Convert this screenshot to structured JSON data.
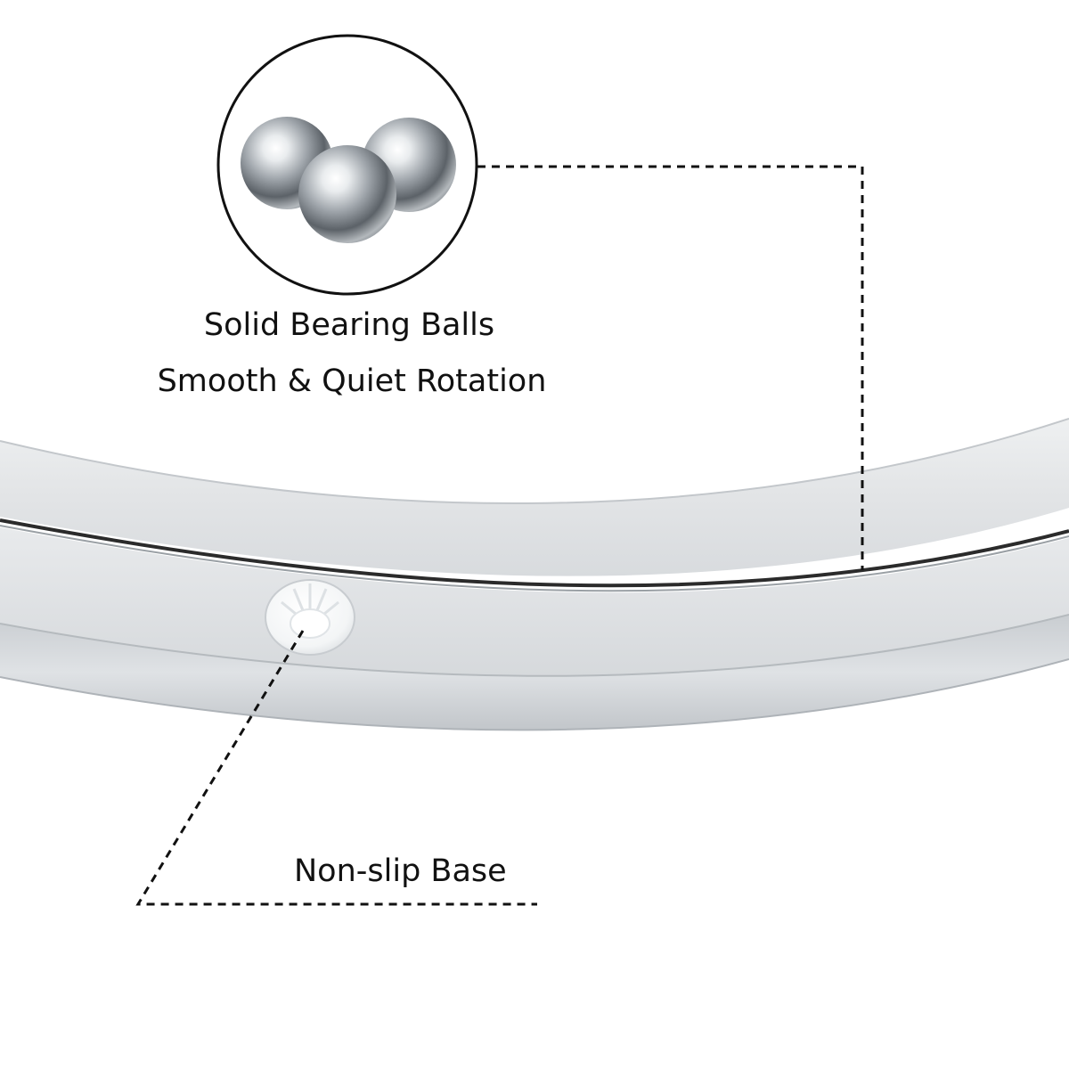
{
  "captions": {
    "bearing_title": "Solid Bearing Balls",
    "bearing_subtitle": "Smooth & Quiet Rotation",
    "base_label": "Non-slip Base"
  },
  "colors": {
    "background": "#ffffff",
    "text": "#111111",
    "leader_line": "#111111",
    "aluminum_light": "#e6e8ea",
    "aluminum_mid": "#d2d5d8",
    "aluminum_dark": "#b8bcc0",
    "groove": "#2b2b2b"
  },
  "icons": {
    "bearing_balls": "steel-ball-icon",
    "non_slip_foot": "rubber-foot-icon"
  }
}
